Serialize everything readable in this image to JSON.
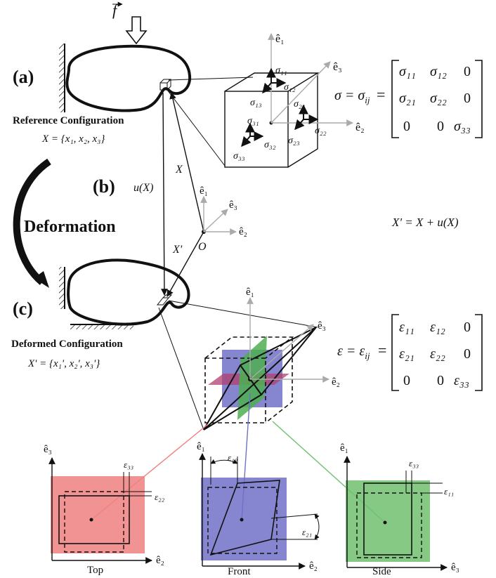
{
  "panel_labels": {
    "a": "(a)",
    "b": "(b)",
    "c": "(c)"
  },
  "force_label": "f",
  "reference": {
    "title": "Reference Configuration",
    "coords": "X = {x₁, x₂, x₃}"
  },
  "deformed": {
    "title": "Deformed Configuration",
    "coords": "X' = {x₁', x₂', x₃'}"
  },
  "deformation_label": "Deformation",
  "displacement_label": "u(X)",
  "position_label": "X",
  "position_prime_label": "X'",
  "origin_label": "O",
  "mapping_equation": "X' = X + u(X)",
  "axes": {
    "e1": "ê₁",
    "e2": "ê₂",
    "e3": "ê₃"
  },
  "stress": {
    "lhs": "σ = σ",
    "sub": "ij",
    "matrix": [
      [
        "σ₁₁",
        "σ₁₂",
        "0"
      ],
      [
        "σ₂₁",
        "σ₂₂",
        "0"
      ],
      [
        "0",
        "0",
        "σ₃₃"
      ]
    ],
    "cube_labels": {
      "s11": "σ₁₁",
      "s12": "σ₁₂",
      "s13": "σ₁₃",
      "s21": "σ₂₁",
      "s22": "σ₂₂",
      "s23": "σ₂₃",
      "s31": "σ₃₁",
      "s32": "σ₃₂",
      "s33": "σ₃₃"
    }
  },
  "strain": {
    "lhs": "ε = ε",
    "sub": "ij",
    "matrix": [
      [
        "ε₁₁",
        "ε₁₂",
        "0"
      ],
      [
        "ε₂₁",
        "ε₂₂",
        "0"
      ],
      [
        "0",
        "0",
        "ε₃₃"
      ]
    ]
  },
  "views": {
    "top": {
      "name": "Top",
      "vertical_axis": "ê₃",
      "horizontal_axis": "ê₂",
      "labels": [
        "ε₃₃",
        "ε₂₂"
      ],
      "color": "#f08080"
    },
    "front": {
      "name": "Front",
      "vertical_axis": "ê₁",
      "horizontal_axis": "ê₂",
      "labels": [
        "ε₁₂",
        "ε₂₁"
      ],
      "color": "#7070c8"
    },
    "side": {
      "name": "Side",
      "vertical_axis": "ê₁",
      "horizontal_axis": "ê₃",
      "labels": [
        "ε₃₃",
        "ε₁₁"
      ],
      "color": "#70c070"
    }
  }
}
